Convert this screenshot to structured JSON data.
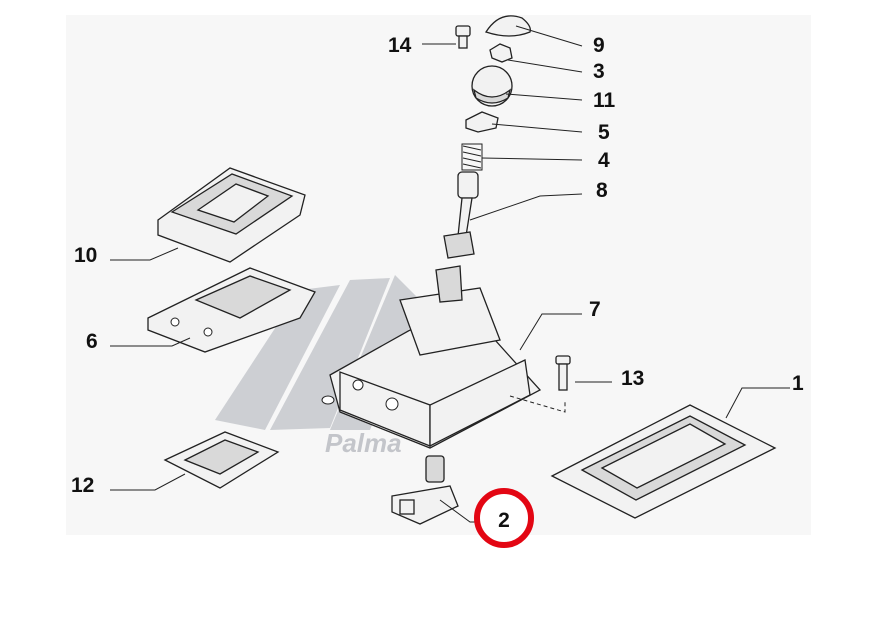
{
  "diagram": {
    "labels": {
      "p1": "1",
      "p2": "2",
      "p3": "3",
      "p4": "4",
      "p5": "5",
      "p6": "6",
      "p7": "7",
      "p8": "8",
      "p9": "9",
      "p10": "10",
      "p11": "11",
      "p12": "12",
      "p13": "13",
      "p14": "14"
    },
    "highlighted_part": "2",
    "highlight_color": "#e30613",
    "watermark_text": "Palma"
  }
}
